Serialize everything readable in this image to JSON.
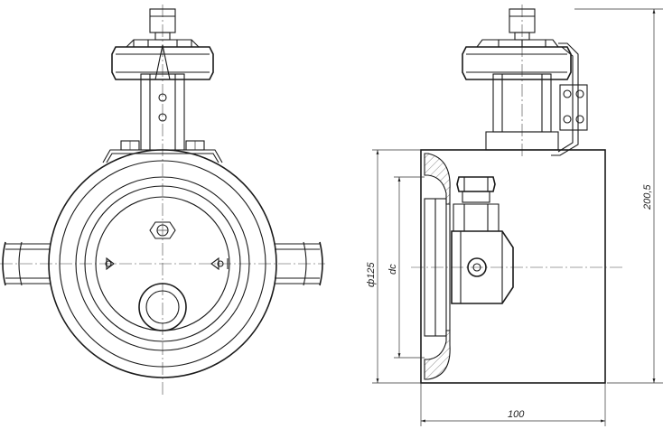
{
  "drawing": {
    "dimensions": {
      "height_overall": "200,5",
      "width_overall": "100",
      "diameter_body": "ф125",
      "dc_label": "dc"
    }
  }
}
